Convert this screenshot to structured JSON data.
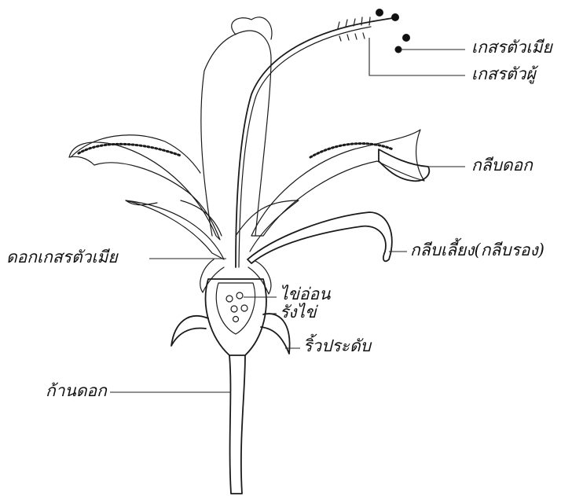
{
  "labels": {
    "stigma": "เกสรตัวเมีย",
    "stamen": "เกสรตัวผู้",
    "petal": "กลีบดอก",
    "sepal": "กลีบเลี้ยง(กลีบรอง)",
    "pistil": "ดอกเกสรตัวเมีย",
    "ovule": "ไข่อ่อน",
    "ovary": "รังไข่",
    "bract": "ริ้วประดับ",
    "peduncle": "ก้านดอก"
  },
  "colors": {
    "ink": "#1b1b1b",
    "background": "#ffffff"
  }
}
